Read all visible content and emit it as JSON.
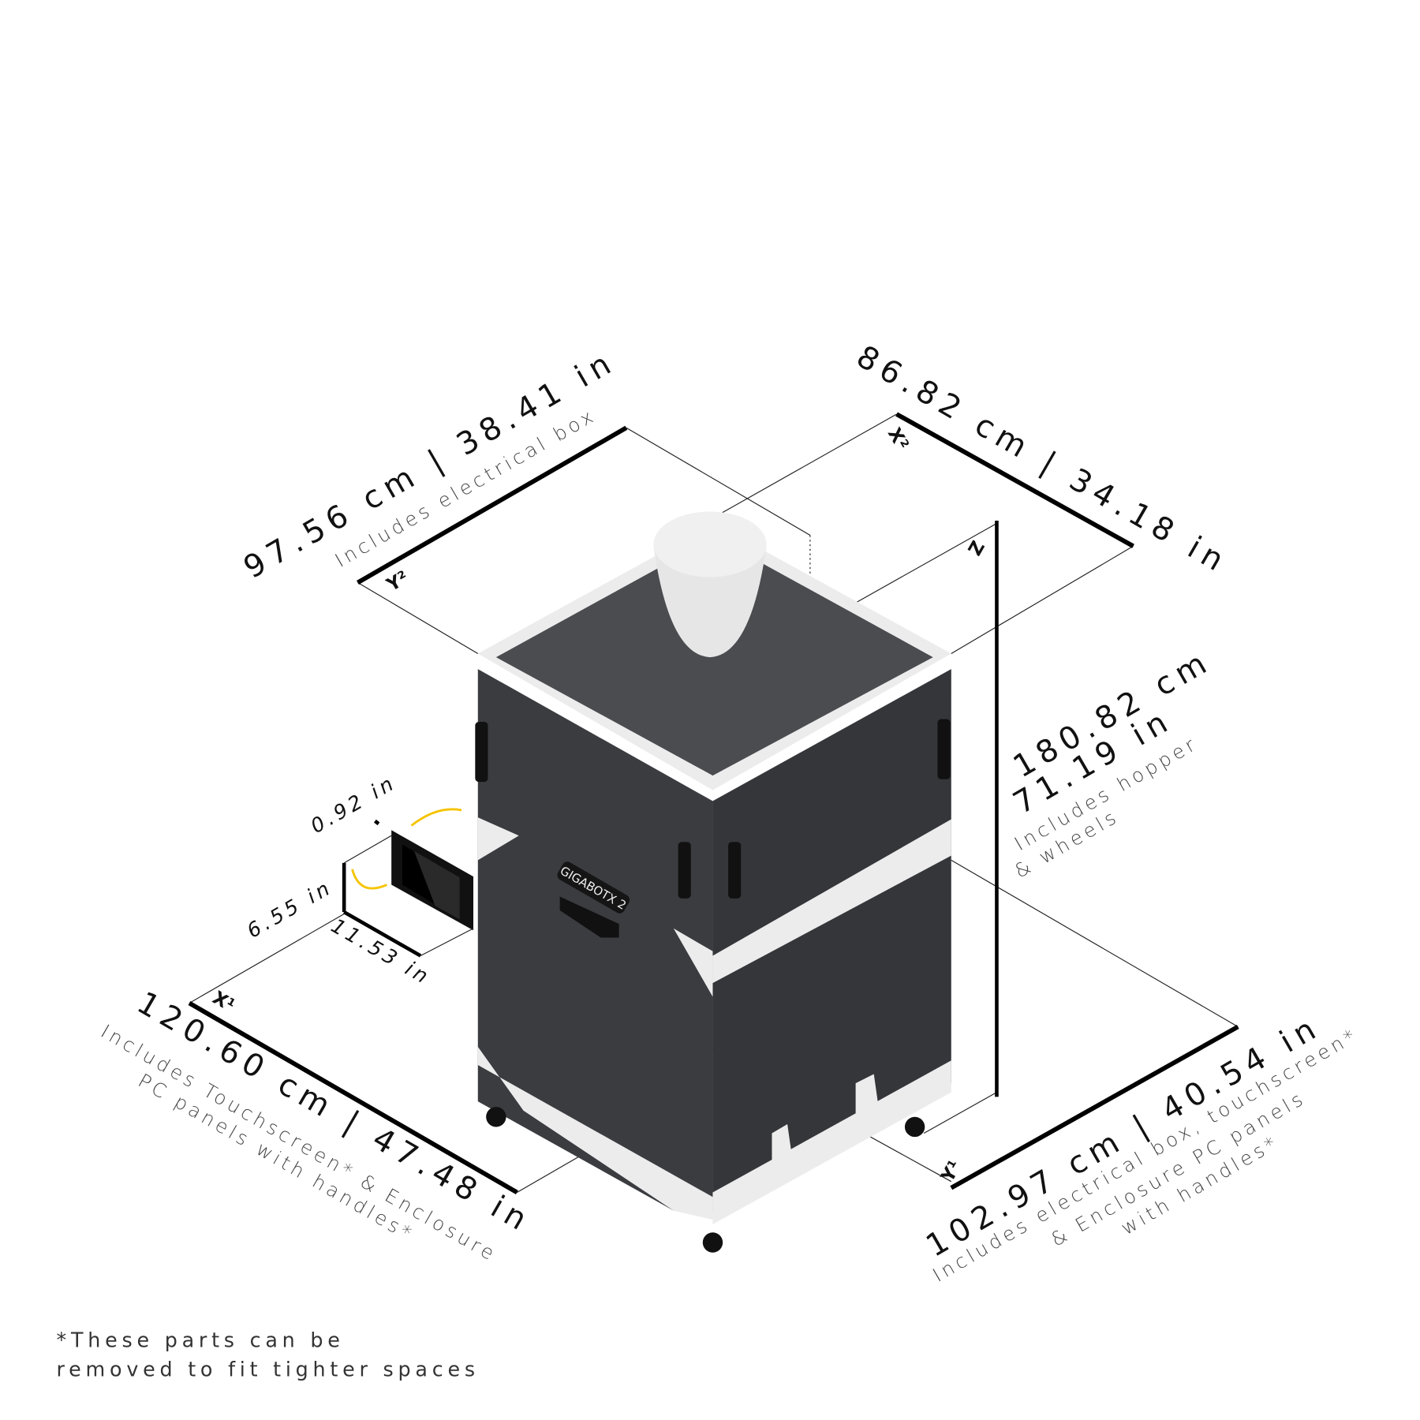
{
  "colors": {
    "body": "#3a3c40",
    "top": "#4a4c50",
    "trim": "#ececec",
    "accent": "#f5c400"
  },
  "logo": "GIGABOTX 2",
  "dimensions": {
    "y2": {
      "label": "Y²",
      "value": "97.56 cm | 38.41 in",
      "note": "Includes electrical box"
    },
    "x2": {
      "label": "X²",
      "value": "86.82 cm | 34.18 in"
    },
    "z": {
      "label": "Z",
      "value_cm": "180.82 cm",
      "value_in": "71.19 in",
      "note1": "Includes hopper",
      "note2": "& wheels"
    },
    "x1": {
      "label": "X¹",
      "value": "120.60 cm | 47.48 in",
      "note1": "Includes Touchscreen* & Enclosure",
      "note2": "PC panels with handles*"
    },
    "y1": {
      "label": "Y¹",
      "value": "102.97 cm | 40.54 in",
      "note1": "Includes electrical box, touchscreen*",
      "note2": "& Enclosure PC panels",
      "note3": "with handles*"
    },
    "touchscreen": {
      "depth": "0.92 in",
      "height": "6.55 in",
      "width": "11.53 in"
    }
  },
  "footnote": {
    "line1": "*These parts can be",
    "line2": "removed to fit tighter spaces"
  }
}
